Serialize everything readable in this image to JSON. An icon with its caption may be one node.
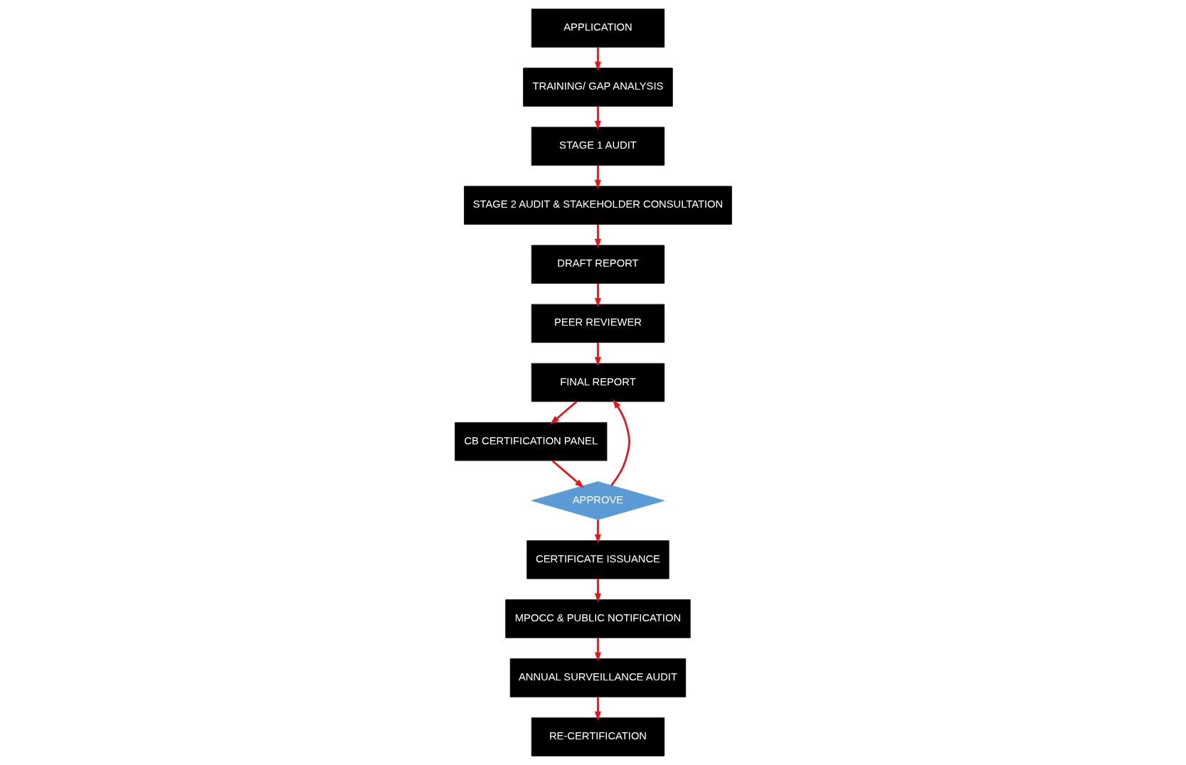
{
  "diagram": {
    "nodes": [
      {
        "text": [
          "APPLICATION"
        ]
      },
      {
        "text": [
          "TRAINING/ GAP ANALYSIS"
        ]
      },
      {
        "text": [
          "STAGE 1 AUDIT"
        ]
      },
      {
        "text": [
          "STAGE 2 AUDIT & STAKEHOLDER CONSULTATION"
        ]
      },
      {
        "text": [
          "DRAFT REPORT"
        ]
      },
      {
        "text": [
          "PEER REVIEWER"
        ]
      },
      {
        "text": [
          "FINAL REPORT"
        ]
      },
      {
        "text": [
          "CB CERTIFICATION PANEL"
        ]
      },
      {
        "text": [
          "APPROVE"
        ]
      },
      {
        "text": [
          "CERTIFICATE ISSUANCE"
        ]
      },
      {
        "text": [
          "MPOCC & PUBLIC NOTIFICATION"
        ]
      },
      {
        "text": [
          "ANNUAL SURVEILLANCE AUDIT"
        ]
      },
      {
        "text": [
          "RE-CERTIFICATION"
        ]
      }
    ],
    "edges": [
      {
        "from": 0,
        "to": 1,
        "arrow": "to"
      },
      {
        "from": 1,
        "to": 2,
        "arrow": "to"
      },
      {
        "from": 2,
        "to": 3,
        "arrow": "to"
      },
      {
        "from": 3,
        "to": 4,
        "arrow": "to"
      },
      {
        "from": 4,
        "to": 5,
        "arrow": "to"
      },
      {
        "from": 5,
        "to": 6,
        "arrow": "to"
      },
      {
        "from": 6,
        "to": 7,
        "arrow": "to"
      },
      {
        "from": 7,
        "to": 8,
        "arrow": "to"
      },
      {
        "from": 8,
        "to": 9,
        "arrow": "to"
      },
      {
        "from": 8,
        "to": 6,
        "arrow": "to"
      },
      {
        "from": 9,
        "to": 10,
        "arrow": "to"
      },
      {
        "from": 10,
        "to": 11,
        "arrow": "to"
      },
      {
        "from": 11,
        "to": 12,
        "arrow": "to"
      }
    ]
  }
}
